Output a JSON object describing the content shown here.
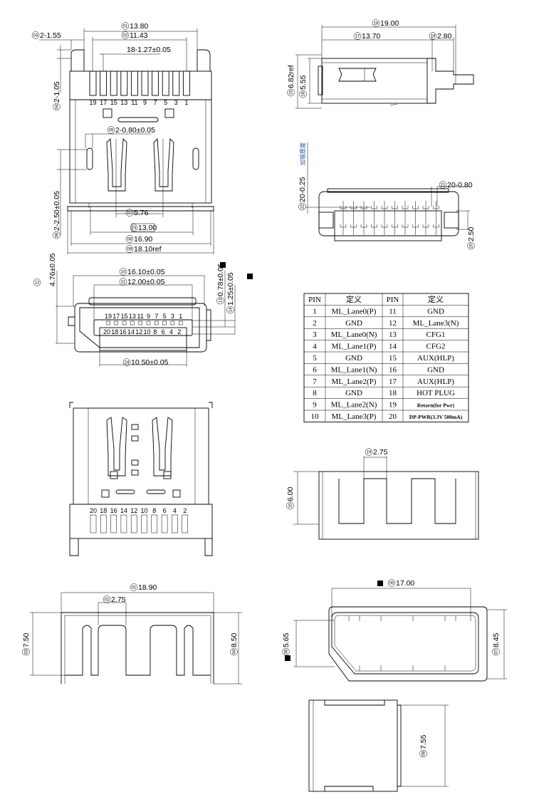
{
  "title": "DisplayPort 20-pin receptacle connector drawing",
  "views": {
    "front_top": {
      "labels": [
        {
          "tag": "01",
          "text": "13.80"
        },
        {
          "tag": "02",
          "text": "11.43"
        },
        {
          "tag": "03",
          "text": "2-1.55"
        },
        {
          "tag": "",
          "text": "18-1.27±0.05"
        },
        {
          "tag": "04",
          "text": "2-1.05"
        },
        {
          "tag": "05",
          "text": "2-0.80±0.05"
        },
        {
          "tag": "06",
          "text": "2-2.50±0.05"
        },
        {
          "tag": "07",
          "text": "5.76"
        },
        {
          "tag": "23",
          "text": "13.00"
        },
        {
          "tag": "08",
          "text": "16.90"
        },
        {
          "tag": "09",
          "text": "18.10ref"
        }
      ],
      "pins": [
        "19",
        "17",
        "15",
        "13",
        "11",
        "9",
        "7",
        "5",
        "3",
        "1"
      ]
    },
    "side": {
      "labels": [
        {
          "tag": "18",
          "text": "19.00"
        },
        {
          "tag": "17",
          "text": "13.70"
        },
        {
          "tag": "19",
          "text": "2.80"
        },
        {
          "tag": "15",
          "text": "6.82ref"
        },
        {
          "tag": "16",
          "text": "5.55"
        }
      ]
    },
    "bottom": {
      "note": "加锡厚度",
      "labels": [
        {
          "tag": "22",
          "text": "20-0.25"
        },
        {
          "tag": "21",
          "text": "20-0.80"
        },
        {
          "tag": "20",
          "text": "2.50"
        }
      ]
    },
    "face": {
      "labels": [
        {
          "tag": "10",
          "text": "16.10±0.05"
        },
        {
          "tag": "11",
          "text": "12.00±0.05"
        },
        {
          "tag": "12",
          "text": ""
        },
        {
          "tag": "",
          "text": "4.76±0.05"
        },
        {
          "tag": "13",
          "text": "0.78±0.05"
        },
        {
          "tag": "14",
          "text": "1.25±0.05"
        },
        {
          "tag": "24",
          "text": "10.50±0.05"
        }
      ],
      "pins_top": [
        "19",
        "17",
        "15",
        "13",
        "11",
        "9",
        "7",
        "5",
        "3",
        "1"
      ],
      "pins_bottom": [
        "20",
        "18",
        "16",
        "14",
        "12",
        "10",
        "8",
        "6",
        "4",
        "2"
      ]
    },
    "top_view": {
      "pins": [
        "20",
        "18",
        "16",
        "14",
        "12",
        "10",
        "8",
        "6",
        "4",
        "2"
      ]
    },
    "shell_side": {
      "labels": [
        {
          "tag": "19",
          "text": "2.75"
        },
        {
          "tag": "10",
          "text": "6.00"
        }
      ]
    },
    "shell_top": {
      "labels": [
        {
          "tag": "01",
          "text": "18.90"
        },
        {
          "tag": "02",
          "text": "2.75"
        },
        {
          "tag": "03",
          "text": "7.50"
        },
        {
          "tag": "04",
          "text": "8.50"
        }
      ]
    },
    "shell_front": {
      "labels": [
        {
          "tag": "05",
          "text": "17.00"
        },
        {
          "tag": "06",
          "text": "5.65"
        },
        {
          "tag": "07",
          "text": "8.45"
        }
      ]
    },
    "shell_end": {
      "labels": [
        {
          "tag": "08",
          "text": "7.55"
        }
      ]
    }
  },
  "pin_table": {
    "headers": [
      "PIN",
      "定义",
      "PIN",
      "定义"
    ],
    "rows": [
      [
        "1",
        "ML_Lane0(P)",
        "11",
        "GND"
      ],
      [
        "2",
        "GND",
        "12",
        "ML_Lane3(N)"
      ],
      [
        "3",
        "ML_Lane0(N)",
        "13",
        "CFG1"
      ],
      [
        "4",
        "ML_Lane1(P)",
        "14",
        "CFG2"
      ],
      [
        "5",
        "GND",
        "15",
        "AUX(HLP)"
      ],
      [
        "6",
        "ML_Lane1(N)",
        "16",
        "GND"
      ],
      [
        "7",
        "ML_Lane2(P)",
        "17",
        "AUX(HLP)"
      ],
      [
        "8",
        "GND",
        "18",
        "HOT PLUG"
      ],
      [
        "9",
        "ML_Lane2(N)",
        "19",
        "Retarn(for Pwr)"
      ],
      [
        "10",
        "ML_Lane3(P)",
        "20",
        "DP-PWR(3.3V 500mA)"
      ]
    ]
  }
}
